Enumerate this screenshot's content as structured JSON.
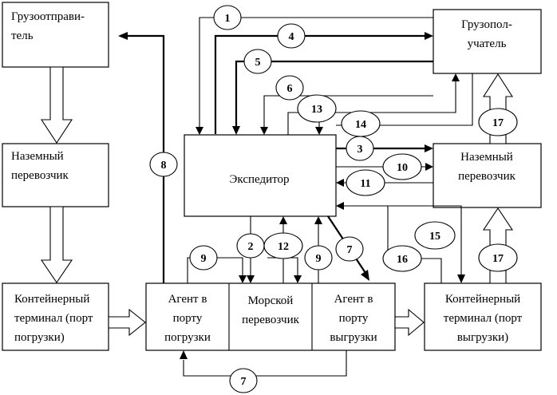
{
  "boxes": {
    "shipper": [
      "Грузоотправи-",
      "тель"
    ],
    "consignee": [
      "Грузопол-",
      "учатель"
    ],
    "land_carrier_left": [
      "Наземный",
      "перевозчик"
    ],
    "land_carrier_right": [
      "Наземный",
      "перевозчик"
    ],
    "forwarder": [
      "Экспедитор"
    ],
    "terminal_left": [
      "Контейнерный",
      "терминал (порт",
      "погрузки)"
    ],
    "terminal_right": [
      "Контейнерный",
      "терминал (порт",
      "выгрузки)"
    ],
    "agent_load": [
      "Агент в",
      "порту",
      "погрузки"
    ],
    "sea_carrier": [
      "Морской",
      "перевозчик"
    ],
    "agent_unload": [
      "Агент в",
      "порту",
      "выгрузки"
    ]
  },
  "flows": [
    "1",
    "4",
    "5",
    "6",
    "13",
    "14",
    "3",
    "10",
    "11",
    "17",
    "8",
    "2",
    "12",
    "9",
    "9",
    "7",
    "15",
    "16",
    "17",
    "7"
  ]
}
